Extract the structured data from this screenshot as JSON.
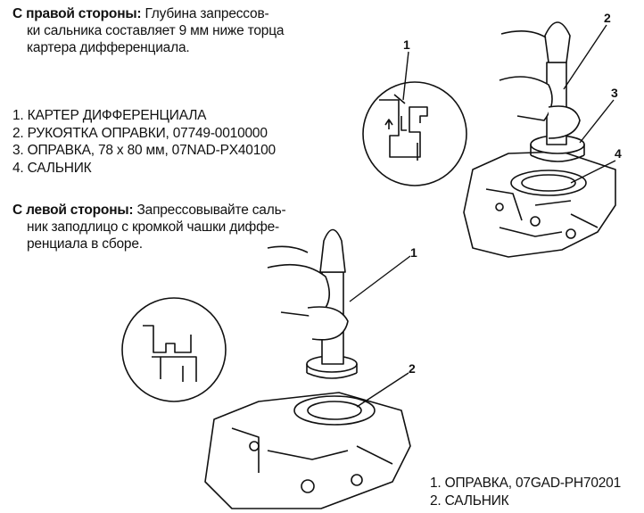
{
  "right_side": {
    "heading": "С правой стороны:",
    "text_lines": [
      "Глубина запрессов-",
      "ки сальника составляет 9 мм ниже торца",
      "картера дифференциала."
    ]
  },
  "right_parts": [
    "1. КАРТЕР ДИФФЕРЕНЦИАЛА",
    "2. РУКОЯТКА ОПРАВКИ, 07749-0010000",
    "3. ОПРАВКА, 78 x 80 мм, 07NAD-PX40100",
    "4. САЛЬНИК"
  ],
  "left_side": {
    "heading": "С левой стороны:",
    "text_lines": [
      "Запрессовывайте саль-",
      "ник заподлицо с кромкой чашки диффе-",
      "ренциала в сборе."
    ]
  },
  "left_parts": [
    "1. ОПРАВКА, 07GAD-PH70201",
    "2. САЛЬНИК"
  ],
  "callouts_top": [
    "1",
    "2",
    "3",
    "4"
  ],
  "callouts_bottom": [
    "1",
    "2"
  ]
}
